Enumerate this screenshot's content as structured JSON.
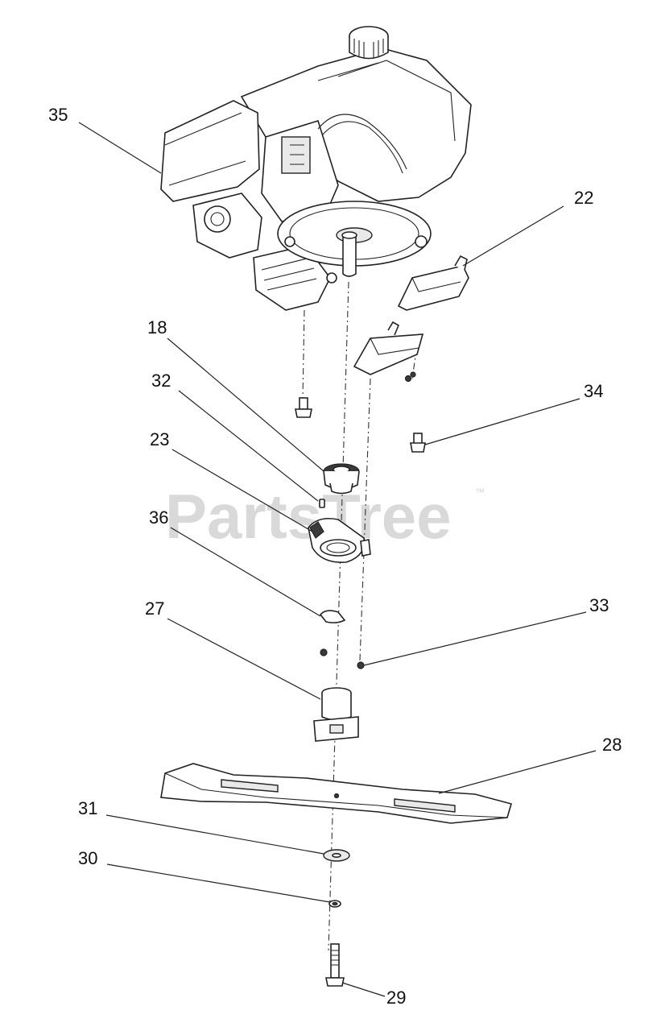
{
  "watermark": {
    "text": "PartsTree",
    "trademark": "™"
  },
  "callouts": {
    "c35": "35",
    "c22": "22",
    "c18": "18",
    "c32": "32",
    "c34": "34",
    "c23": "23",
    "c36": "36",
    "c27": "27",
    "c33": "33",
    "c28": "28",
    "c31": "31",
    "c30": "30",
    "c29": "29"
  }
}
